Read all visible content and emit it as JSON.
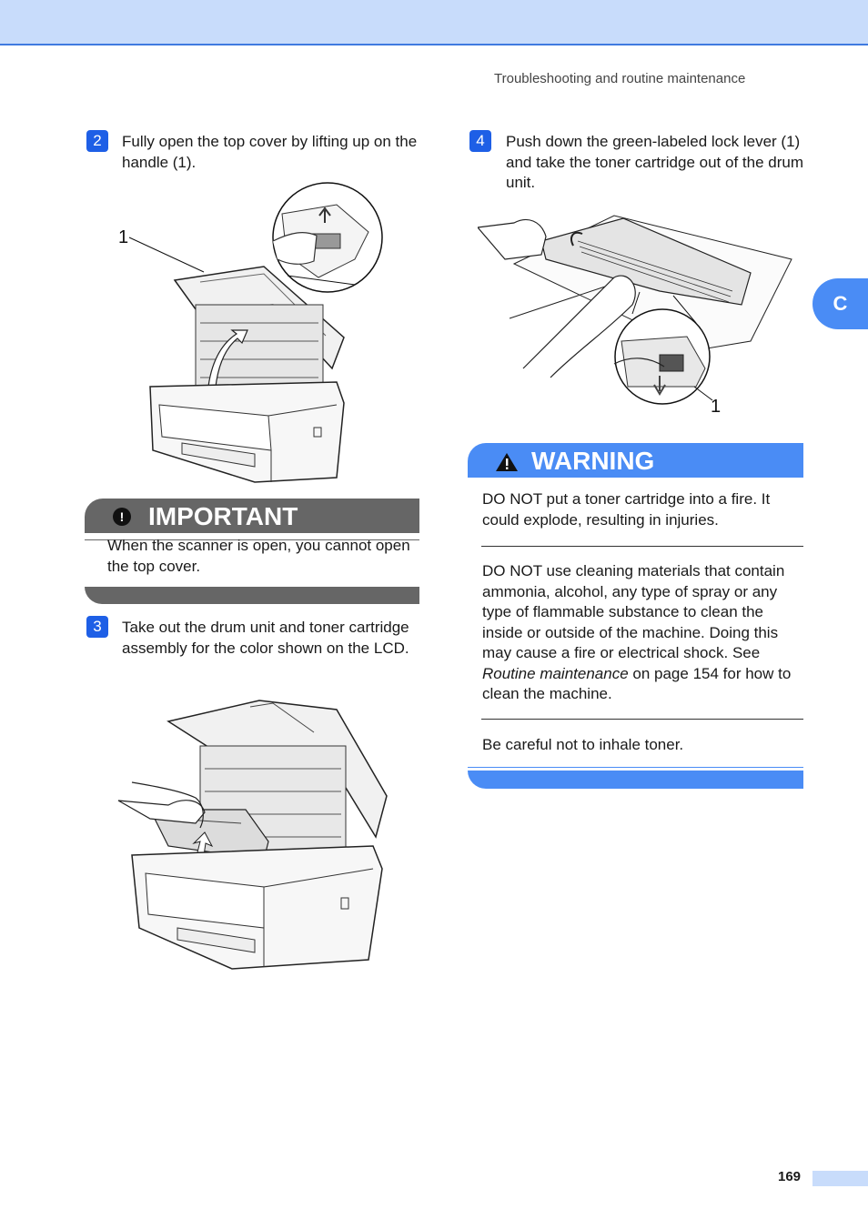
{
  "header": {
    "running_head": "Troubleshooting and routine maintenance",
    "tab_letter": "C"
  },
  "steps": [
    {
      "number": "2",
      "text": "Fully open the top cover by lifting up on the handle (1)."
    },
    {
      "number": "3",
      "text": "Take out the drum unit and toner cartridge assembly for the color shown on the LCD."
    },
    {
      "number": "4",
      "text": "Push down the green-labeled lock lever (1) and take the toner cartridge out of the drum unit."
    }
  ],
  "figures": {
    "step2_callout": "1",
    "step4_callout": "1"
  },
  "important": {
    "title": "IMPORTANT",
    "icon": "exclamation-icon",
    "body": "When the scanner is open, you cannot open the top cover."
  },
  "warning": {
    "title": "WARNING",
    "icon": "warning-triangle-icon",
    "para1": "DO NOT put a toner cartridge into a fire. It could explode, resulting in injuries.",
    "para2_before": "DO NOT use cleaning materials that contain ammonia, alcohol, any type of spray or any type of flammable substance to clean the inside or outside of the machine. Doing this may cause a fire or electrical shock. See ",
    "para2_link": "Routine maintenance",
    "para2_after": " on page 154 for how to clean the machine.",
    "para3": "Be careful not to inhale toner."
  },
  "footer": {
    "page_number": "169"
  },
  "colors": {
    "accent": "#4a8cf5",
    "step_badge": "#1e5fe6",
    "band": "#c8dcfb",
    "important": "#666666"
  }
}
